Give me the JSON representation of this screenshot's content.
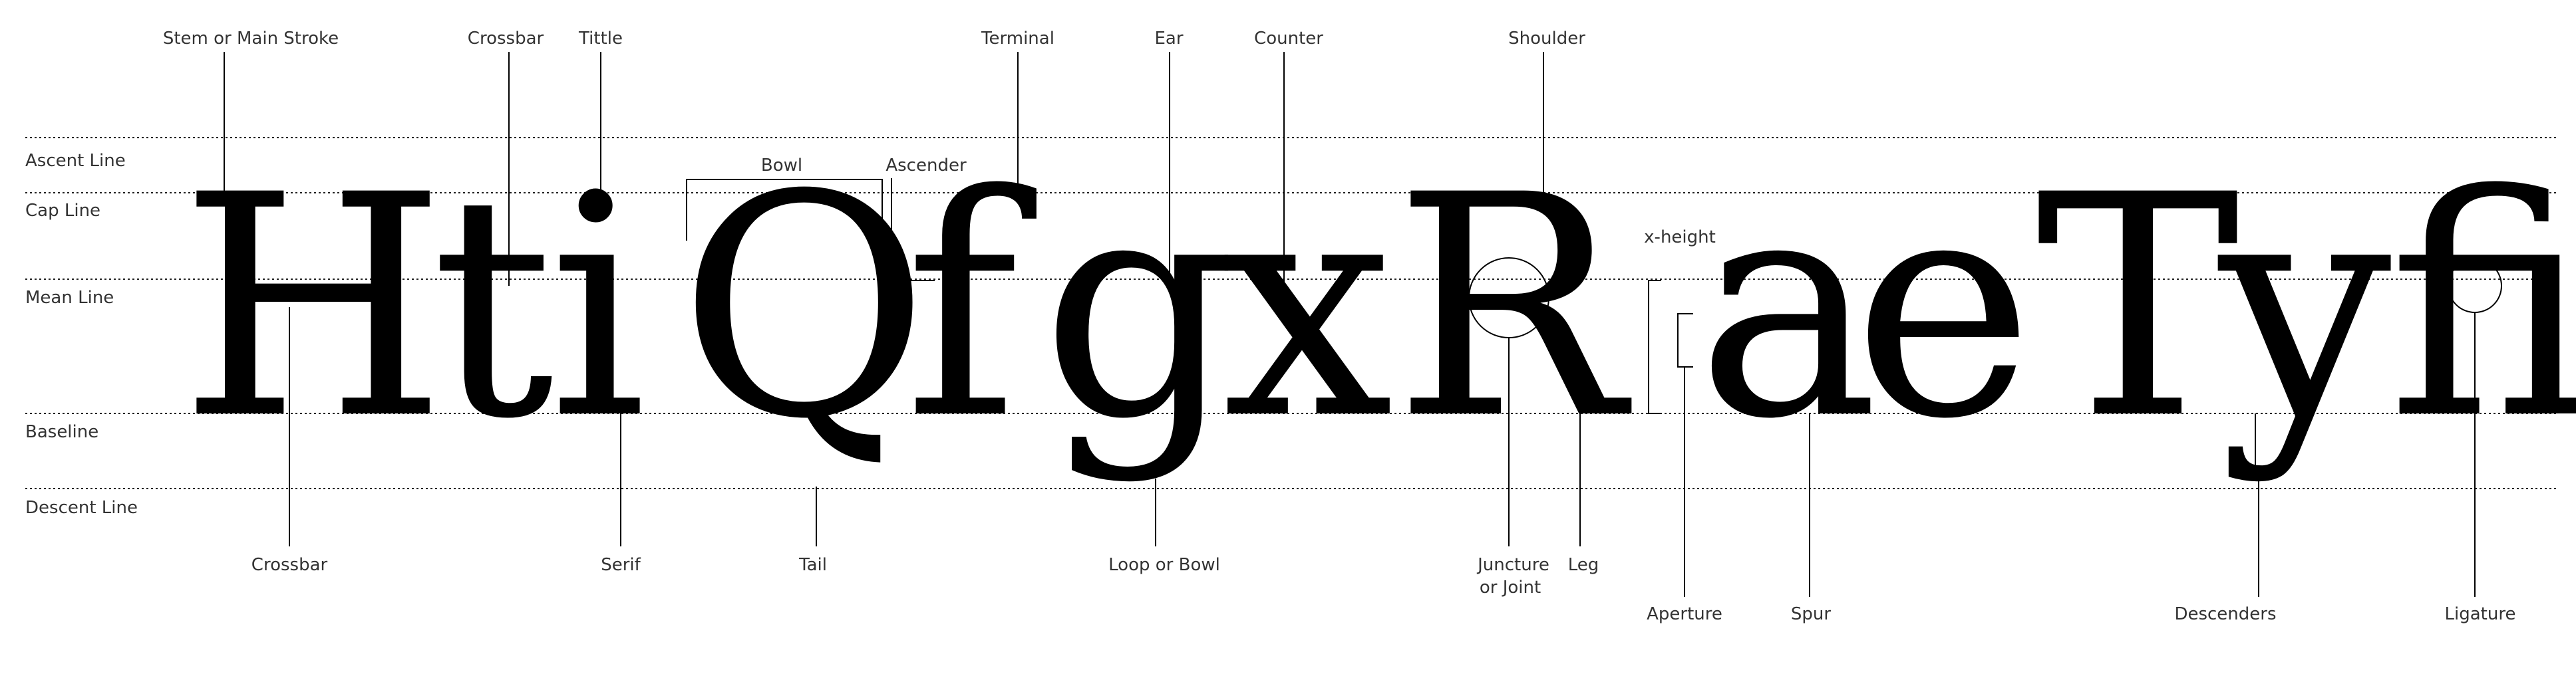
{
  "guides": [
    {
      "id": "ascent",
      "label": "Ascent Line"
    },
    {
      "id": "cap",
      "label": "Cap Line"
    },
    {
      "id": "mean",
      "label": "Mean Line"
    },
    {
      "id": "base",
      "label": "Baseline"
    },
    {
      "id": "descent",
      "label": "Descent Line"
    }
  ],
  "glyphs": {
    "g1": "H",
    "g2": "t",
    "g3": "i",
    "g4": "Q",
    "g5": "f",
    "g6": "g",
    "g7": "x",
    "g8": "R",
    "g9": "a",
    "g10": "e",
    "g11": "T",
    "g12": "y",
    "g13": "ﬁ"
  },
  "labels": {
    "stem": "Stem or Main Stroke",
    "crossbar_top": "Crossbar",
    "tittle": "Tittle",
    "terminal": "Terminal",
    "ear": "Ear",
    "counter": "Counter",
    "shoulder": "Shoulder",
    "bowl": "Bowl",
    "ascender": "Ascender",
    "xheight": "x-height",
    "crossbar_bottom": "Crossbar",
    "serif": "Serif",
    "tail": "Tail",
    "loop": "Loop or Bowl",
    "juncture_1": "Juncture",
    "juncture_2": "or Joint",
    "leg": "Leg",
    "aperture": "Aperture",
    "spur": "Spur",
    "descenders": "Descenders",
    "ligature": "Ligature"
  }
}
